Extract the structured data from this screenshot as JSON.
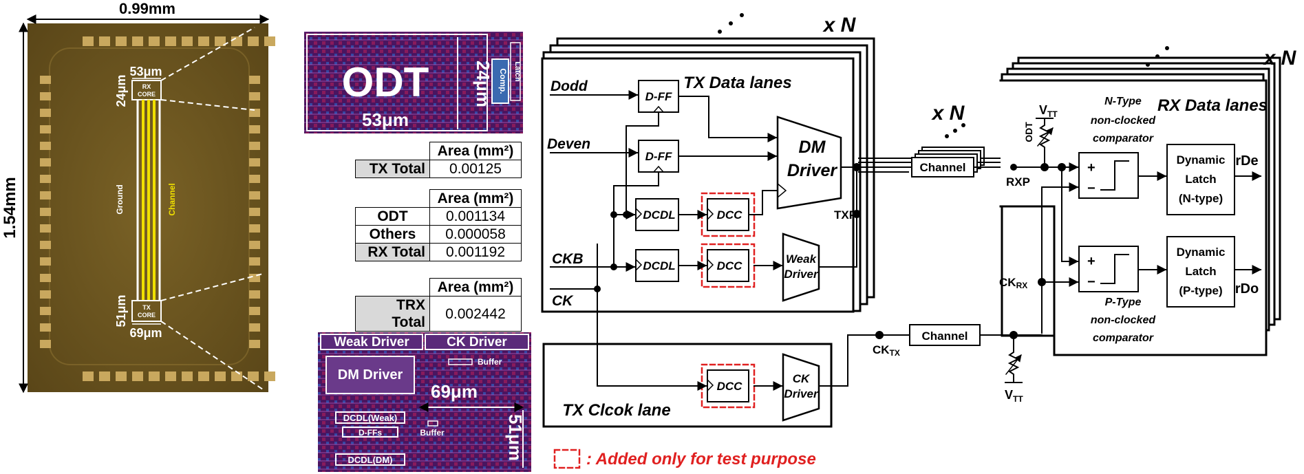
{
  "die": {
    "width_label": "0.99mm",
    "height_label": "1.54mm",
    "rx_core_label_line1": "RX",
    "rx_core_label_line2": "CORE",
    "tx_core_label_line1": "TX",
    "tx_core_label_line2": "CORE",
    "rx_width": "53μm",
    "rx_height": "24μm",
    "tx_height": "51μm",
    "tx_width": "69μm",
    "ground_label": "Ground",
    "channel_label": "Channel"
  },
  "rx_layout": {
    "odt_label": "ODT",
    "height_label": "24μm",
    "width_label": "53μm",
    "comp_label": "Comp.",
    "latch_label": "Latch"
  },
  "tx_layout": {
    "weak_driver": "Weak Driver",
    "ck_driver": "CK Driver",
    "dm_driver": "DM Driver",
    "buffer_top": "Buffer",
    "buffer_bottom": "Buffer",
    "width_label": "69μm",
    "height_label": "51μm",
    "dcdl_weak": "DCDL(Weak)",
    "dffs": "D-FFs",
    "dcdl_dm": "DCDL(DM)"
  },
  "tables": {
    "header": "Area (mm²)",
    "tx": [
      {
        "label": "TX Total",
        "value": "0.00125"
      }
    ],
    "rx": [
      {
        "label": "ODT",
        "value": "0.001134"
      },
      {
        "label": "Others",
        "value": "0.000058"
      },
      {
        "label": "RX Total",
        "value": "0.001192"
      }
    ],
    "trx": [
      {
        "label": "TRX Total",
        "value": "0.002442"
      }
    ]
  },
  "schematic": {
    "tx_lanes_title": "TX Data lanes",
    "rx_lanes_title": "RX Data lanes",
    "tx_clock_lane_title": "TX Clcok lane",
    "xN": "x N",
    "dodd": "Dodd",
    "deven": "Deven",
    "ckb": "CKB",
    "ck": "CK",
    "dff": "D-FF",
    "dcdl": "DCDL",
    "dcc": "DCC",
    "dm_driver_1": "DM",
    "dm_driver_2": "Driver",
    "weak_driver_1": "Weak",
    "weak_driver_2": "Driver",
    "ck_driver_1": "CK",
    "ck_driver_2": "Driver",
    "txp": "TXP",
    "rxp": "RXP",
    "channel": "Channel",
    "ck_tx": "CK",
    "ck_tx_sub": "TX",
    "ck_rx": "CK",
    "ck_rx_sub": "RX",
    "vtt": "V",
    "vtt_sub": "TT",
    "odt": "ODT",
    "ntype_comp_1": "N-Type",
    "ntype_comp_2": "non-clocked",
    "ntype_comp_3": "comparator",
    "ptype_comp_1": "P-Type",
    "ptype_comp_2": "non-clocked",
    "ptype_comp_3": "comparator",
    "latch_n_1": "Dynamic",
    "latch_n_2": "Latch",
    "latch_n_3": "(N-type)",
    "latch_p_1": "Dynamic",
    "latch_p_2": "Latch",
    "latch_p_3": "(P-type)",
    "rde": "rDe",
    "rdo": "rDo",
    "plus": "+",
    "minus": "−",
    "legend_text": ": Added only for test purpose"
  },
  "colors": {
    "die_fill": "#6b5520",
    "pad": "#c9a85e",
    "layout_bg": "#4a1a5a",
    "dcc_dash": "#e02020",
    "channel_yellow": "#f0e000",
    "legend_red": "#e02020"
  }
}
